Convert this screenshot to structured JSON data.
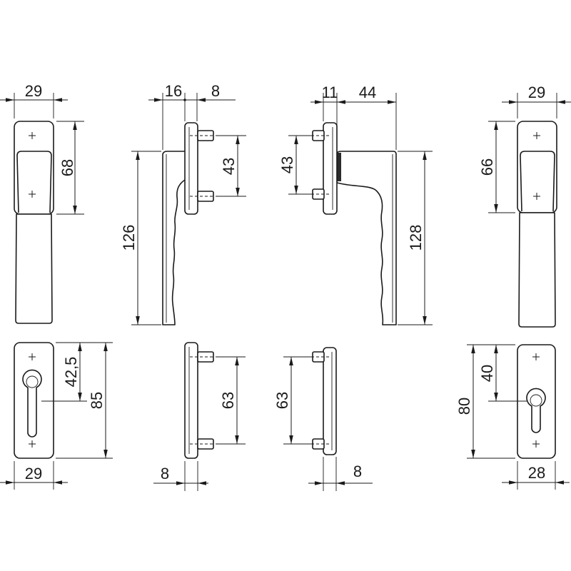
{
  "dims": {
    "top_front_left_width": "29",
    "top_front_left_height": "68",
    "top_side_left_width": "16",
    "top_side_left_plate": "8",
    "top_side_left_pins": "43",
    "top_side_left_total": "126",
    "top_side_right_plate": "11",
    "top_side_right_reach": "44",
    "top_side_right_pins": "43",
    "top_side_right_total": "128",
    "top_front_right_width": "29",
    "top_front_right_height": "66",
    "bottom_front_left_partial": "42,5",
    "bottom_front_left_height": "85",
    "bottom_front_left_width": "29",
    "bottom_side_left_pins": "63",
    "bottom_side_left_plate": "8",
    "bottom_side_right_pins": "63",
    "bottom_side_right_plate": "8",
    "bottom_front_right_height": "80",
    "bottom_front_right_partial": "40",
    "bottom_front_right_width": "28"
  }
}
